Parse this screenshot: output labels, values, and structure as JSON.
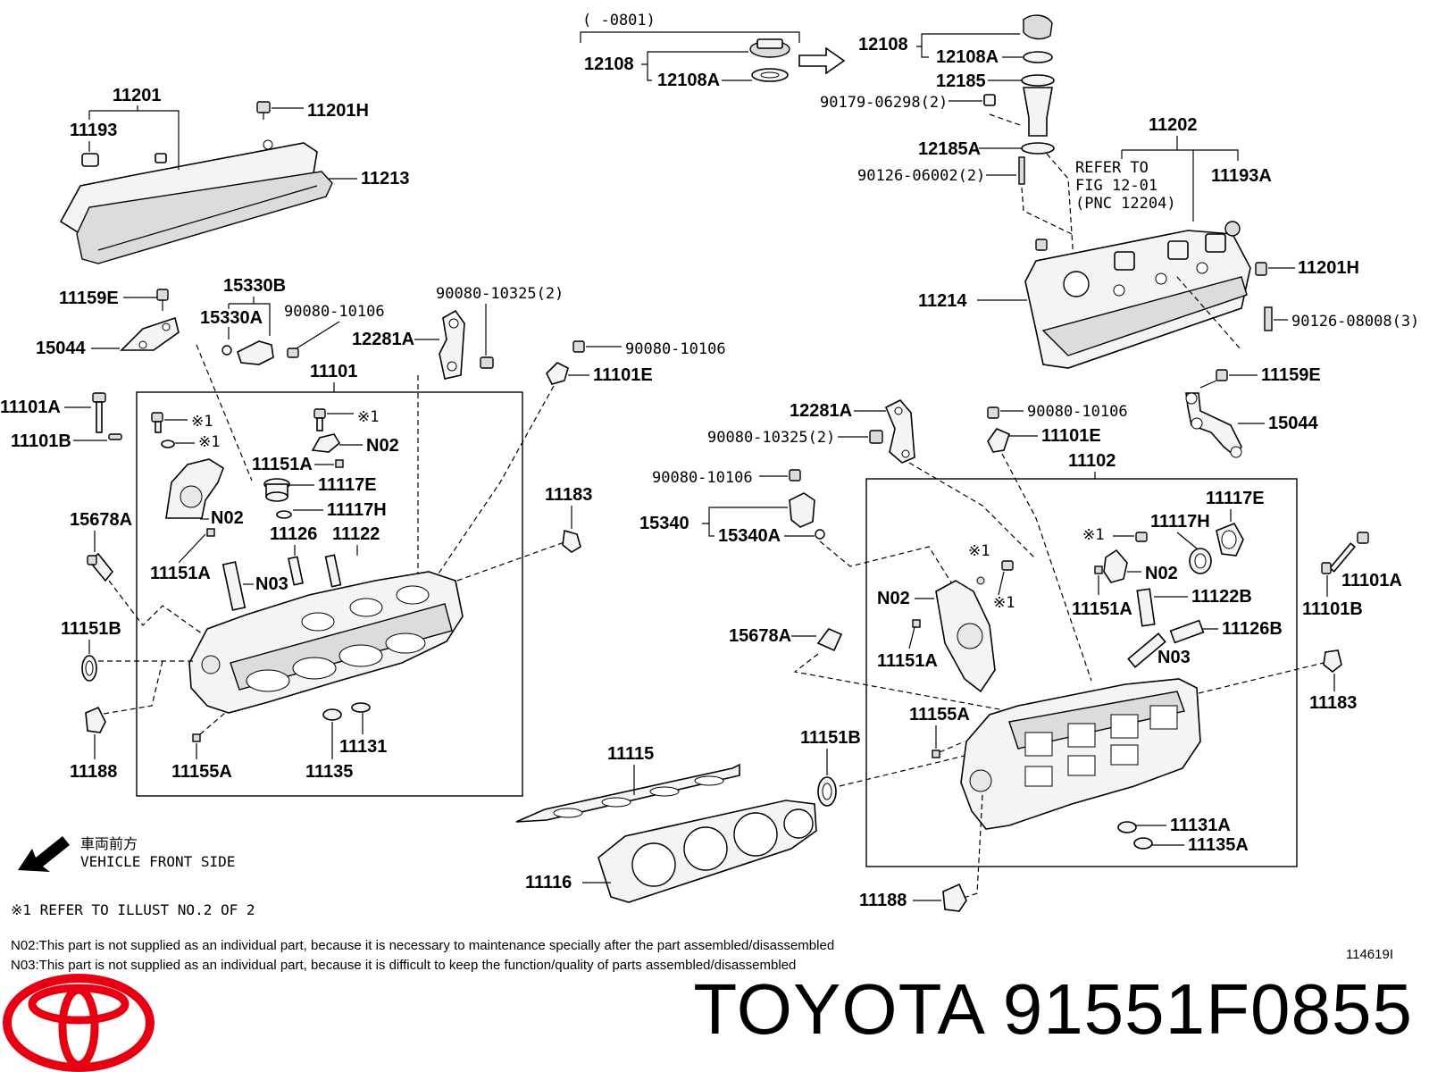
{
  "header": {
    "range_note": "(      -0801)"
  },
  "labels": {
    "p12108_left": "12108",
    "p12108A_left": "12108A",
    "p12108_right": "12108",
    "p12108A_right": "12108A",
    "p12185": "12185",
    "p90179": "90179-06298(2)",
    "p12185A": "12185A",
    "p90126_06002": "90126-06002(2)",
    "p11202": "11202",
    "refer_1": "REFER TO",
    "refer_2": "FIG 12-01",
    "refer_3": "(PNC 12204)",
    "p11193A": "11193A",
    "p11214": "11214",
    "p11201H_right": "11201H",
    "p90126_08008": "90126-08008(3)",
    "p11159E_right": "11159E",
    "p15044_right": "15044",
    "p11201": "11201",
    "p11193": "11193",
    "p11201H_left": "11201H",
    "p11213": "11213",
    "p15330B": "15330B",
    "p15330A": "15330A",
    "p90080_10106_a": "90080-10106",
    "p90080_10325_a": "90080-10325(2)",
    "p11159E_left": "11159E",
    "p15044_left": "15044",
    "p12281A_left": "12281A",
    "p90080_10106_b": "90080-10106",
    "p11101E_left": "11101E",
    "p11101": "11101",
    "p11101A_left": "11101A",
    "p11101B_left": "11101B",
    "mark1_a": "※1",
    "mark1_b": "※1",
    "mark1_c": "※1",
    "pN02_a": "N02",
    "p11151A_a": "11151A",
    "p11117E_left": "11117E",
    "p11117H_left": "11117H",
    "pN02_b": "N02",
    "p11126": "11126",
    "p11122": "11122",
    "p11151A_b": "11151A",
    "pN03_left": "N03",
    "p15678A_left": "15678A",
    "p11151B_left": "11151B",
    "p11188_left": "11188",
    "p11155A_left": "11155A",
    "p11131": "11131",
    "p11135": "11135",
    "p11183_left": "11183",
    "p12281A_right": "12281A",
    "p90080_10325_b": "90080-10325(2)",
    "p90080_10106_c": "90080-10106",
    "p11101E_right": "11101E",
    "p90080_10106_d": "90080-10106",
    "p11102": "11102",
    "p15340": "15340",
    "p15340A": "15340A",
    "p11117E_right": "11117E",
    "mark1_d": "※1",
    "p11117H_right": "11117H",
    "mark1_e": "※1",
    "mark1_f": "※1",
    "pN02_c": "N02",
    "pN02_d": "N02",
    "p11122B": "11122B",
    "p11151A_c": "11151A",
    "p11151A_d": "11151A",
    "p11126B": "11126B",
    "pN03_right": "N03",
    "p15678A_right": "15678A",
    "p11101A_right": "11101A",
    "p11101B_right": "11101B",
    "p11183_right": "11183",
    "p11155A_right": "11155A",
    "p11151B_right": "11151B",
    "p11115": "11115",
    "p11131A": "11131A",
    "p11135A": "11135A",
    "p11116": "11116",
    "p11188_right": "11188"
  },
  "direction": {
    "jp": "車両前方",
    "en": "VEHICLE FRONT SIDE"
  },
  "notes": {
    "refer_illust": "※1 REFER TO ILLUST NO.2 OF 2",
    "n02": "N02:This part is not supplied as an individual part, because it is necessary to maintenance specially after the part assembled/disassembled",
    "n03": "N03:This part is not supplied as an individual part, because it is difficult to keep the function/quality of parts assembled/disassembled",
    "illustration_code": "114619I"
  },
  "branding": {
    "brand": "TOYOTA",
    "part_number": "91551F0855",
    "title": "TOYOTA 91551F0855",
    "logo_color": "#e60012"
  }
}
